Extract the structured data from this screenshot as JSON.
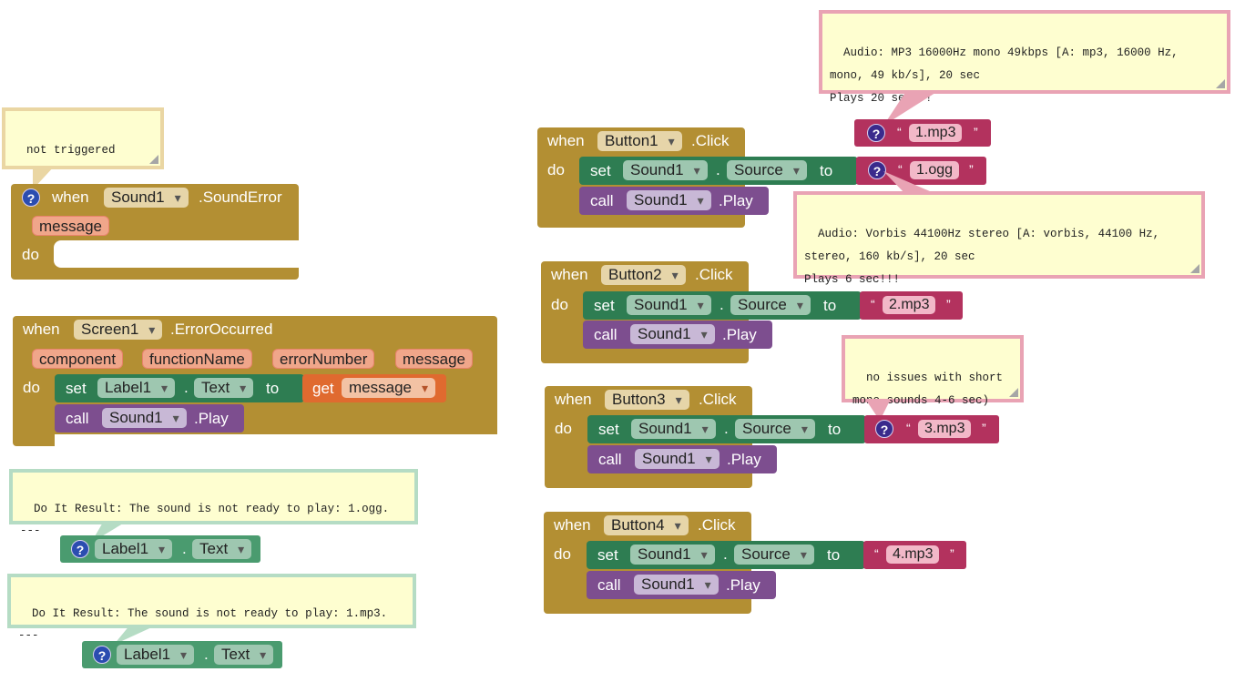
{
  "keywords": {
    "when": "when",
    "do": "do",
    "set": "set",
    "to": "to",
    "call": "call",
    "get": "get",
    "dot": ".",
    "quote_open": "“",
    "quote_close": "”",
    "help": "?"
  },
  "sound_error": {
    "component": "Sound1",
    "event": ".SoundError",
    "params": [
      "message"
    ],
    "comment": "not triggered"
  },
  "error_occurred": {
    "component": "Screen1",
    "event": ".ErrorOccurred",
    "params": [
      "component",
      "functionName",
      "errorNumber",
      "message"
    ],
    "set_component": "Label1",
    "set_property": "Text",
    "get_var": "message",
    "call_component": "Sound1",
    "call_method": ".Play"
  },
  "do_it_1": {
    "comment": "Do It Result: The sound is not ready to play: 1.ogg.\n---",
    "component": "Label1",
    "property": "Text"
  },
  "do_it_2": {
    "comment": "Do It Result: The sound is not ready to play: 1.mp3.\n---",
    "component": "Label1",
    "property": "Text"
  },
  "button1": {
    "component": "Button1",
    "event": ".Click",
    "set_component": "Sound1",
    "set_property": "Source",
    "value": "1.ogg",
    "call_component": "Sound1",
    "call_method": ".Play",
    "floating_value": "1.mp3",
    "comment_mp3": "Audio: MP3 16000Hz mono 49kbps [A: mp3, 16000 Hz,\nmono, 49 kb/s], 20 sec\nPlays 20 sec!!!",
    "comment_ogg": "Audio: Vorbis 44100Hz stereo [A: vorbis, 44100 Hz,\nstereo, 160 kb/s], 20 sec\nPlays 6 sec!!!"
  },
  "button2": {
    "component": "Button2",
    "event": ".Click",
    "set_component": "Sound1",
    "set_property": "Source",
    "value": "2.mp3",
    "call_component": "Sound1",
    "call_method": ".Play"
  },
  "button3": {
    "component": "Button3",
    "event": ".Click",
    "set_component": "Sound1",
    "set_property": "Source",
    "value": "3.mp3",
    "call_component": "Sound1",
    "call_method": ".Play",
    "comment": "no issues with short\nmono sounds 4-6 sec)"
  },
  "button4": {
    "component": "Button4",
    "event": ".Click",
    "set_component": "Sound1",
    "set_property": "Source",
    "value": "4.mp3",
    "call_component": "Sound1",
    "call_method": ".Play"
  },
  "colors": {
    "event": "#b38f33",
    "set": "#2e7d52",
    "call": "#7d4e8f",
    "text": "#b3325e",
    "get": "#e06a2f",
    "component": "#4a9b6f"
  }
}
